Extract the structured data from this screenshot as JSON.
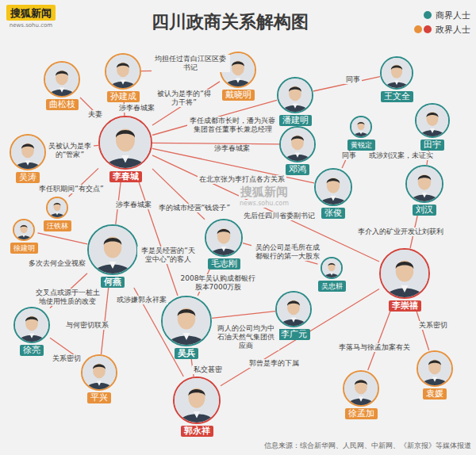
{
  "diagram": {
    "title": "四川政商关系解构图",
    "caption": "信息来源：综合新华网、人民网、中新网、《新京报》等媒体报道",
    "nodes": [
      {
        "text": [
          "曲松枝"
        ]
      },
      {
        "text": [
          "孙建成"
        ]
      },
      {
        "text": [
          "戴晓明"
        ]
      },
      {
        "text": [
          "王文全"
        ]
      },
      {
        "text": [
          "潘建明"
        ]
      },
      {
        "text": [
          "田宇"
        ]
      },
      {
        "text": [
          "李春城"
        ]
      },
      {
        "text": [
          "黄锐定"
        ]
      },
      {
        "text": [
          "邓鸿"
        ]
      },
      {
        "text": [
          "吴涛"
        ]
      },
      {
        "text": [
          "张俊"
        ]
      },
      {
        "text": [
          "刘汉"
        ]
      },
      {
        "text": [
          "汪铁林"
        ]
      },
      {
        "text": [
          "徐建明"
        ]
      },
      {
        "text": [
          "毛志刚"
        ]
      },
      {
        "text": [
          "何燕"
        ]
      },
      {
        "text": [
          "吴忠耕"
        ]
      },
      {
        "text": [
          "李崇禧"
        ]
      },
      {
        "text": [
          "李广元"
        ]
      },
      {
        "text": [
          "吴兵"
        ]
      },
      {
        "text": [
          "徐亮"
        ]
      },
      {
        "text": [
          "袁媛"
        ]
      },
      {
        "text": [
          "平兴"
        ]
      },
      {
        "text": [
          "徐孟加"
        ]
      },
      {
        "text": [
          "郭永祥"
        ]
      }
    ],
    "edges": [
      {
        "from": 6,
        "to": 0,
        "arrow": "none",
        "label": "夫妻"
      },
      {
        "from": 1,
        "to": 2,
        "arrow": "none",
        "label": "均担任过青白江区区委书记"
      },
      {
        "from": 6,
        "to": 1,
        "arrow": "none",
        "label": "涉李春城案"
      },
      {
        "from": 6,
        "to": 2,
        "arrow": "none",
        "label": "被认为是李的“得力干将”"
      },
      {
        "from": 4,
        "to": 3,
        "arrow": "none",
        "label": "同事"
      },
      {
        "from": 6,
        "to": 4,
        "arrow": "none",
        "label": "李任成都市长时，潘为兴蓉集团首任董事长兼总经理"
      },
      {
        "from": 6,
        "to": 8,
        "arrow": "none",
        "label": "涉李春城案"
      },
      {
        "from": 10,
        "to": 7,
        "arrow": "none",
        "label": "同事"
      },
      {
        "from": 5,
        "to": 11,
        "arrow": "none",
        "label": "或涉刘汉案，未证实"
      },
      {
        "from": 6,
        "to": 9,
        "arrow": "none",
        "label": "吴被认为是李的“管家”"
      },
      {
        "from": 6,
        "to": 10,
        "arrow": "none",
        "label": "在北京张为李打点各方关系"
      },
      {
        "from": 6,
        "to": 12,
        "arrow": "none",
        "label": "李任职期间“有交点”"
      },
      {
        "from": 6,
        "to": 15,
        "arrow": "none",
        "label": "涉李春城案"
      },
      {
        "from": 6,
        "to": 14,
        "arrow": "none",
        "label": "李的城市经营“钱袋子”"
      },
      {
        "from": 6,
        "to": 17,
        "arrow": "none",
        "label": "先后任四川省委副书记"
      },
      {
        "from": 6,
        "to": 19,
        "arrow": "none",
        "label": "李是吴经营的“天堂中心”的客人"
      },
      {
        "from": 11,
        "to": 17,
        "arrow": "none",
        "label": "李介入的矿业开发让刘获利"
      },
      {
        "from": 15,
        "to": 13,
        "arrow": "none",
        "label": "多次去何企业视察"
      },
      {
        "from": 19,
        "to": 14,
        "arrow": "none",
        "label": "2008年吴认购成都银行股本7000万股"
      },
      {
        "from": 14,
        "to": 16,
        "arrow": "none",
        "label": "吴的公司是毛所在成都银行的第一大股东"
      },
      {
        "from": 15,
        "to": 20,
        "arrow": "none",
        "label": "交叉点或源于一桩土地使用性质的改变"
      },
      {
        "from": 15,
        "to": 22,
        "arrow": "none",
        "label": "与何密切联系"
      },
      {
        "from": 15,
        "to": 24,
        "arrow": "none",
        "label": "或涉嫌郭永祥案"
      },
      {
        "from": 19,
        "to": 18,
        "arrow": "none",
        "label": "两人的公司均为中石油天然气集团供应商"
      },
      {
        "from": 20,
        "to": 22,
        "arrow": "none",
        "label": "关系密切"
      },
      {
        "from": 19,
        "to": 24,
        "arrow": "none",
        "label": "私交甚密"
      },
      {
        "from": 24,
        "to": 17,
        "arrow": "none",
        "label": "郭曾是李的下属"
      },
      {
        "from": 17,
        "to": 23,
        "arrow": "none",
        "label": "李落马与徐孟加案有关"
      },
      {
        "from": 17,
        "to": 21,
        "arrow": "none",
        "label": "关系密切"
      }
    ],
    "labels": [
      "搜狐新闻",
      "news.sohu.com",
      "搜狐新闻",
      "news.sohu.com"
    ],
    "legend": [
      {
        "text": "商界人士",
        "color": "#2c8c88"
      },
      {
        "text": "政界人士",
        "color": "#d6423a"
      }
    ]
  }
}
